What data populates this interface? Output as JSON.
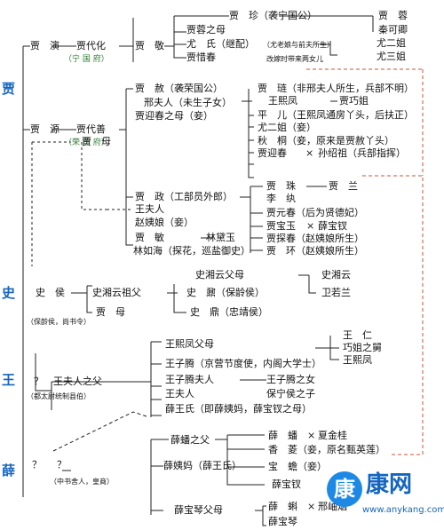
{
  "families": {
    "jia": "贾",
    "shi": "史",
    "wang": "王",
    "xue": "薛"
  },
  "jia": {
    "jia_yan": "贾　演",
    "jia_yuan": "贾　源",
    "ning_mansion": "（宁 国 府）",
    "rong_mansion": "（荣 国 府）",
    "dai_hua": "贾代化",
    "dai_shan": "贾代善",
    "jia_mu": "贾　母",
    "jia_jing": "贾　敬",
    "jia_zhen": "贾　珍（袭宁国公）",
    "jia_rong_mother": "贾蓉之母",
    "you_shi": "尤　氏（继配）",
    "you_shi_note": "（尤老娘与前夫所生）",
    "xichun": "贾惜春",
    "you_sisters_note": "改嫁时带来两女儿",
    "jia_rong": "贾　蓉",
    "qin_keqing": "秦可卿",
    "you_erjie": "尤二姐",
    "you_sanjie": "尤三姐",
    "jia_she": "贾　赦（袭荣国公）",
    "lady_xing": "邢夫人（未生子女）",
    "yingchun_mother": "贾迎春之母（妾）",
    "jia_lian": "贾　琏（非邢夫人所生，兵部不明）",
    "wang_xifeng": "王熙凤",
    "qiaojie": "贾巧姐",
    "ping_er": "平　儿（王熙凤通房丫头，后扶正）",
    "erjie_again": "尤二姐（妾）",
    "qiu_tong": "秋　桐（妾，原来是贾赦丫头）",
    "yingchun": "贾迎春",
    "sun_shaozu": "孙绍祖（兵部指挥）",
    "jia_zheng": "贾　政（工部员外郎）",
    "lady_wang": "王夫人",
    "aunt_zhao": "赵姨娘（妾）",
    "jia_min": "贾　敏",
    "lin_ruhai": "林如海（探花，巡盐御史）",
    "lin_daiyu": "林黛玉",
    "jia_zhu": "贾　珠",
    "li_wan": "李　纨",
    "jia_lan": "贾　兰",
    "yuanchun": "贾元春（后为贤德妃）",
    "baoyu": "贾宝玉",
    "baochai_jia": "薛宝钗",
    "tanchun": "贾探春（赵姨娘所生）",
    "jia_huan": "贾　环（赵姨娘所生）"
  },
  "shi": {
    "shi_gong": "史　侯",
    "shi_note": "（保龄侯，尚书令）",
    "xiangyun_grandfather": "史湘云祖父",
    "jia_mu2": "贾　母",
    "xiangyun_parents": "史湘云父母",
    "shi_ding_a": "史　鼐（保龄侯）",
    "shi_ding_b": "史　鼎（忠靖侯）",
    "xiangyun": "史湘云",
    "wei_ruolan": "卫若兰"
  },
  "wang": {
    "question": "？",
    "wang_note": "（都太尉统制县伯）",
    "lady_wang_father": "王夫人之父",
    "xifeng_parents": "王熙凤父母",
    "wang_ziteng": "王子腾（京营节度使，内阁大学士）",
    "wang_ziteng_wife": "王子腾夫人",
    "wang_ziteng_daughter": "王子腾之女",
    "lady_wang2": "王夫人",
    "baoning_son": "保宁侯之子",
    "xue_wang": "薛王氏（即薛姨妈，薛宝钗之母）",
    "wang_ren": "王　仁",
    "qiaojie_uncle": "巧姐之舅",
    "wang_xifeng2": "王熙凤"
  },
  "xue": {
    "question": "？",
    "xue_q2": "？",
    "xue_note": "（中书舍人，皇商）",
    "xuepan_father": "薛蟠之父",
    "aunt_xue": "薛姨妈（薛王氏）",
    "baoqin_parents": "薛宝琴父母",
    "xue_pan": "薛　蟠",
    "xia_jingui": "夏金桂",
    "xiang_ling": "香　菱（妾，原名甄英莲）",
    "bao_chan": "宝　蟾（妾）",
    "baochai": "薛宝钗",
    "xue_ke": "薛　蝌",
    "xing_xiuyan": "邢岫烟",
    "baoqin": "薛宝琴"
  },
  "marks": {
    "married": "×"
  },
  "watermark": {
    "logo": "康",
    "name": "康网",
    "url": "www.anykang.com"
  },
  "colors": {
    "family_label": "#1565c0",
    "mansion_label": "#2e7d32",
    "watermark": "#1565c0"
  }
}
